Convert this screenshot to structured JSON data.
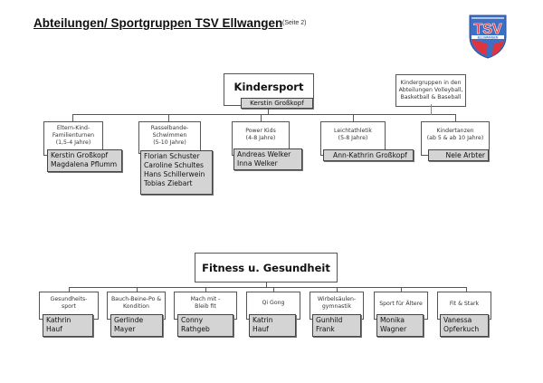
{
  "header": {
    "title": "Abteilungen/ Sportgruppen TSV Ellwangen",
    "subtitle": "(Seite 2)",
    "logo": {
      "text": "TSV",
      "subtext": "ELLWANGEN",
      "colors": {
        "blue": "#3d6fc4",
        "red": "#e0343c"
      }
    }
  },
  "kindersport": {
    "title": "Kindersport",
    "leader": "Kerstin Großkopf",
    "note": "Kindergruppen in den\nAbteilungen Volleyball,\nBasketball & Baseball",
    "groups": [
      {
        "label": "Eltern-Kind-\nFamilienturnen\n(1,5-4 Jahre)",
        "names": "Kerstin Großkopf\nMagdalena Pflumm"
      },
      {
        "label": "Rasselbande-\nSchwimmen\n(5-10 Jahre)",
        "names": "Florian Schuster\nCaroline Schultes\nHans Schillerwein\nTobias Ziebart"
      },
      {
        "label": "Power Kids\n(4-8 Jahre)",
        "names": "Andreas Welker\nInna Welker"
      },
      {
        "label": "Leichtathletik\n(5-8 Jahre)",
        "names": "Ann-Kathrin Großkopf"
      },
      {
        "label": "Kindertanzen\n(ab 5 & ab 10 Jahre)",
        "names": "Nele Arbter"
      }
    ]
  },
  "fitness": {
    "title": "Fitness u. Gesundheit",
    "groups": [
      {
        "label": "Gesundheits-\nsport",
        "names": "Kathrin\nHauf"
      },
      {
        "label": "Bauch-Beine-Po &\nKondition",
        "names": "Gerlinde\nMayer"
      },
      {
        "label": "Mach mit -\nBleib fit",
        "names": "Conny\nRathgeb"
      },
      {
        "label": "Qi Gong",
        "names": "Katrin\nHauf"
      },
      {
        "label": "Wirbelsäulen-\ngymnastik",
        "names": "Gunhild\nFrank"
      },
      {
        "label": "Sport für Ältere",
        "names": "Monika\nWagner"
      },
      {
        "label": "Fit & Stark",
        "names": "Vanessa\nOpferkuch"
      }
    ]
  }
}
